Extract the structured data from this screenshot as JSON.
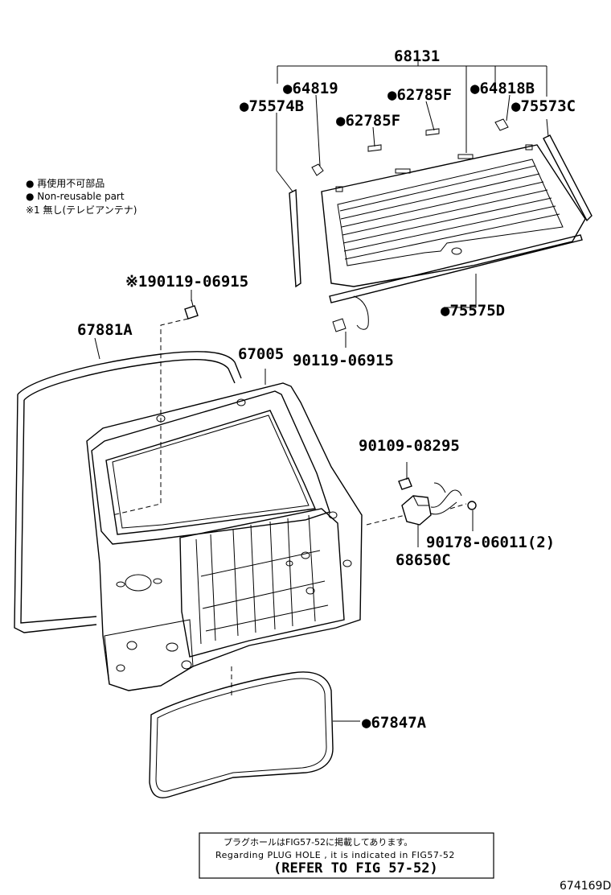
{
  "legend": {
    "non_reusable_jp": "● 再使用不可部品",
    "non_reusable_en": "● Non-reusable part",
    "footnote_1": "※1 無し(テレビアンテナ)"
  },
  "parts": {
    "p68131": "68131",
    "p64819": "●64819",
    "p62785F_a": "●62785F",
    "p64818B": "●64818B",
    "p75574B": "●75574B",
    "p62785F_b": "●62785F",
    "p75573C": "●75573C",
    "p75575D": "●75575D",
    "p90119_06915_a": "※190119-06915",
    "p90119_06915_b": "90119-06915",
    "p67881A": "67881A",
    "p67005": "67005",
    "p90109_08295": "90109-08295",
    "p90178_06011": "90178-06011(2)",
    "p68650C": "68650C",
    "p67847A": "●67847A"
  },
  "note": {
    "line_jp": "プラグホールはFIG57-52に掲載してあります。",
    "line_en": "Regarding PLUG HOLE , it is indicated in FIG57-52",
    "line_ref": "(REFER TO FIG 57-52)"
  },
  "figure_number": "674169D"
}
